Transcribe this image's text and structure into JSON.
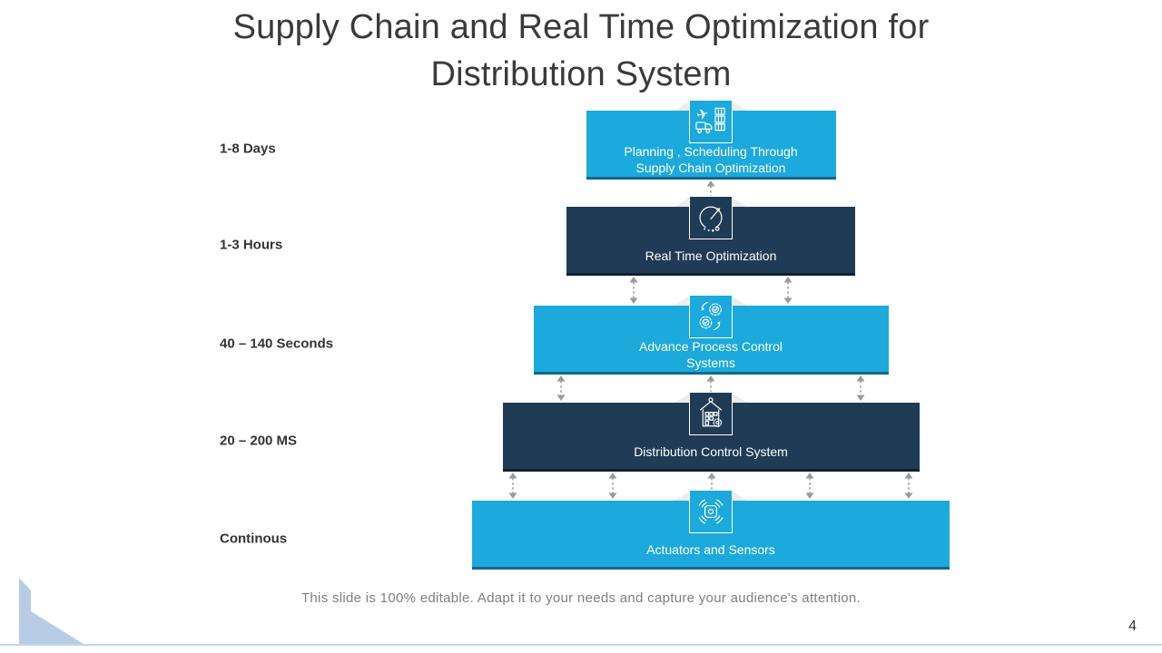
{
  "slide": {
    "title_lines": [
      "Supply Chain and Real Time Optimization for",
      "Distribution System"
    ],
    "footer": "This slide is 100% editable. Adapt it to your needs and capture your audience's attention.",
    "page_number": "4"
  },
  "colors": {
    "light_blue": "#1CA9DC",
    "dark_navy": "#1F3B55",
    "arrow_gray": "#9B9B9B",
    "corner_blue": "#B7CDE6",
    "bottom_line_blue": "#BDD7EE"
  },
  "levels": [
    {
      "id": "planning",
      "time_label": "1-8 Days",
      "box_lines": [
        "Planning , Scheduling Through",
        "Supply Chain Optimization"
      ],
      "icon": "logistics-icon",
      "tone": "light"
    },
    {
      "id": "real-time-optimization",
      "time_label": "1-3 Hours",
      "box_lines": [
        "Real Time Optimization"
      ],
      "icon": "gauge-icon",
      "tone": "dark"
    },
    {
      "id": "advance-process-control",
      "time_label": "40 – 140 Seconds",
      "box_lines": [
        "Advance Process Control",
        "Systems"
      ],
      "icon": "gears-icon",
      "tone": "light"
    },
    {
      "id": "distribution-control-system",
      "time_label": "20 – 200 MS",
      "box_lines": [
        "Distribution Control System"
      ],
      "icon": "building-icon",
      "tone": "dark"
    },
    {
      "id": "actuators-sensors",
      "time_label": "Continous",
      "box_lines": [
        "Actuators and Sensors"
      ],
      "icon": "sensor-icon",
      "tone": "light"
    }
  ]
}
